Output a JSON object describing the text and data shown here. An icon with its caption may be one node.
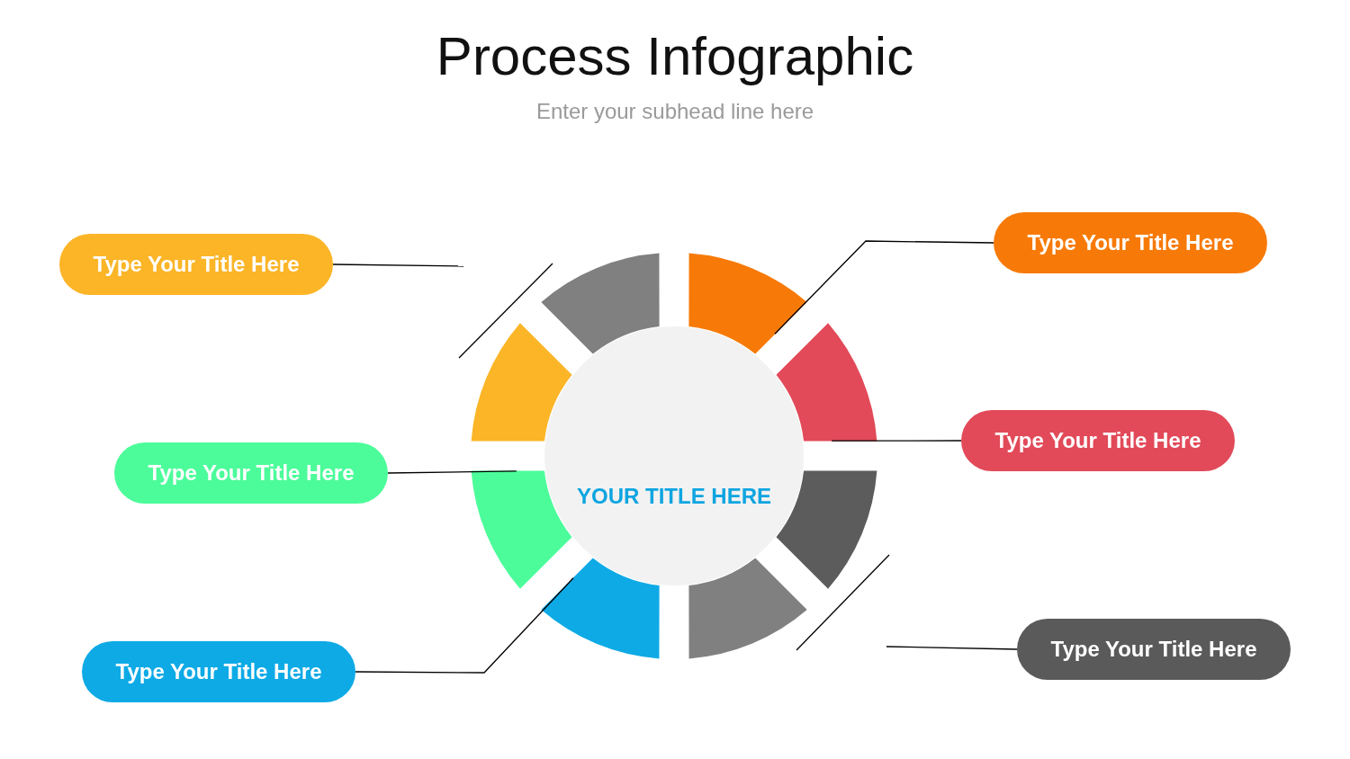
{
  "diagram": {
    "title": "Process Infographic",
    "nodes": [
      {
        "text": [
          "YOUR TITLE HERE"
        ]
      },
      {
        "text": [
          "Type Your Title Here"
        ]
      },
      {
        "text": [
          "Type Your Title Here"
        ]
      },
      {
        "text": [
          "Type Your Title Here"
        ]
      },
      {
        "text": [
          "Type Your Title Here"
        ]
      },
      {
        "text": [
          "Type Your Title Here"
        ]
      },
      {
        "text": [
          "Type Your Title Here"
        ]
      },
      {
        "text": [],
        "shape": "arc"
      },
      {
        "text": [],
        "shape": "arc"
      },
      {
        "text": [],
        "shape": "arc"
      },
      {
        "text": [],
        "shape": "arc"
      },
      {
        "text": [],
        "shape": "arc"
      },
      {
        "text": [],
        "shape": "arc"
      },
      {
        "text": [],
        "shape": "arc"
      },
      {
        "text": [],
        "shape": "arc"
      }
    ],
    "edges": [
      {
        "from": 1,
        "to": 8,
        "arrow": "none"
      },
      {
        "from": 2,
        "to": null,
        "arrow": "none"
      },
      {
        "from": 3,
        "to": 10,
        "arrow": "none"
      },
      {
        "from": 4,
        "to": 11,
        "arrow": "none"
      },
      {
        "from": 5,
        "to": null,
        "arrow": "none"
      },
      {
        "from": 6,
        "to": 13,
        "arrow": "none"
      }
    ],
    "labels": [
      "Enter your subhead line here"
    ]
  }
}
